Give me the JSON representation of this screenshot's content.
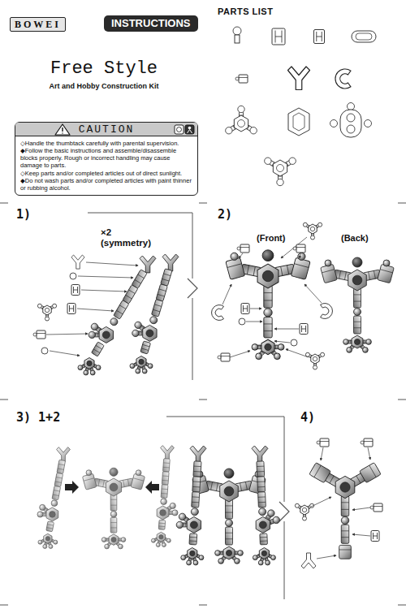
{
  "diagram": {
    "title": "Free Style",
    "nodes": [
      {
        "text": [
          "BOWEI"
        ]
      },
      {
        "text": [
          "INSTRUCTIONS"
        ]
      },
      {
        "text": [
          "◇Handle the thumbtack carefully with parental supervision.",
          "◆Follow the basic instructions and assemble/disassemble blocks properly. Rough or incorrect handling may cause damage to parts.",
          "◇Keep parts and/or completed articles out of direct sunlight.",
          "◆Do not wash parts and/or completed articles with paint thinner or rubbing alcohol."
        ]
      },
      {
        "text": [
          "CAUTION"
        ],
        "in": 2
      }
    ],
    "labels": [
      "PARTS LIST",
      "Art and Hobby Construction Kit",
      "1)",
      "×2 (symmetry)",
      "2)",
      "(Front)",
      "(Back)",
      "3) 1+2",
      "4)"
    ]
  }
}
